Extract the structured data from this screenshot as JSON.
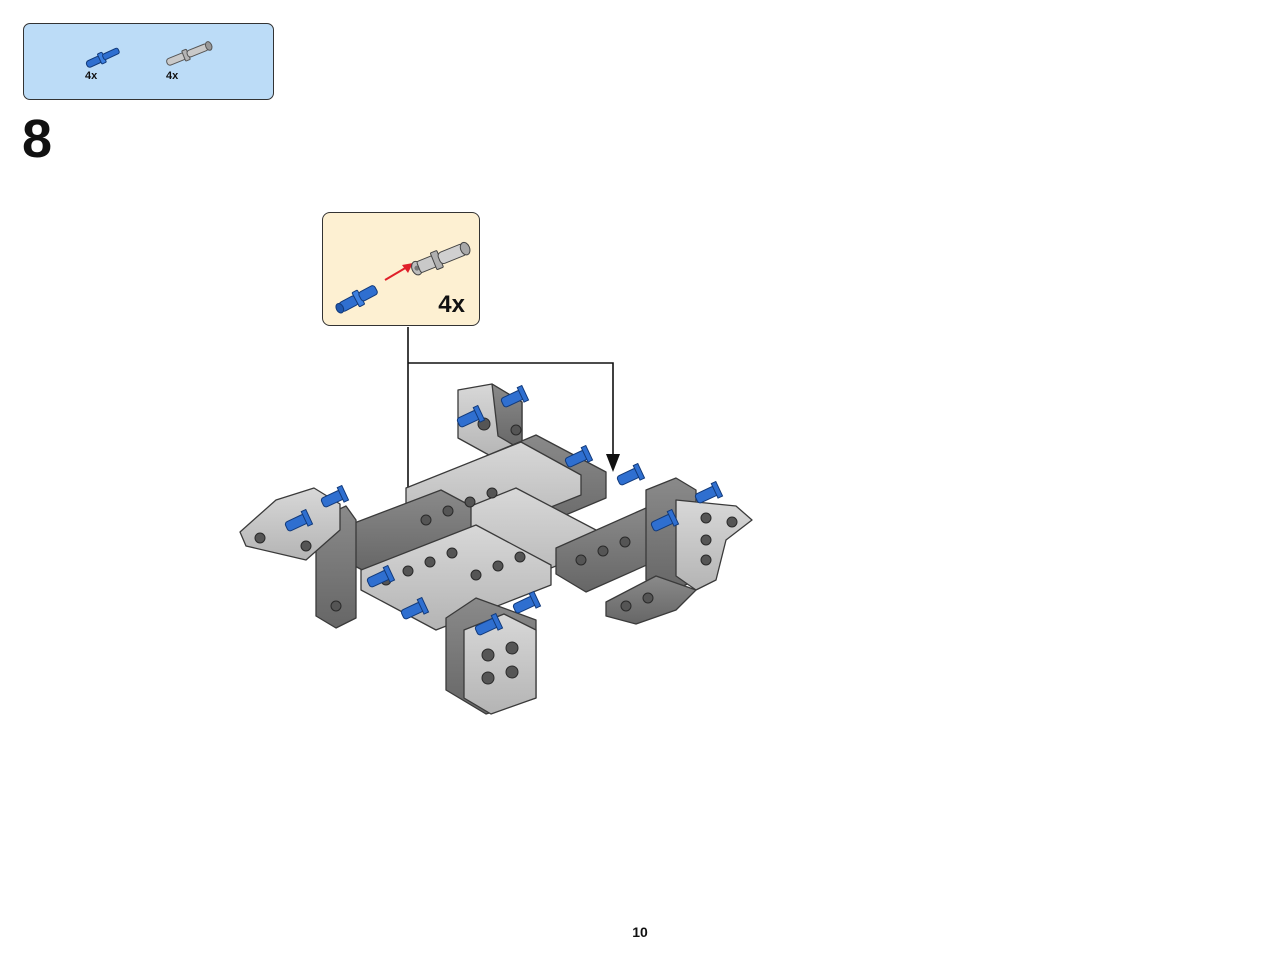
{
  "parts_list": {
    "items": [
      {
        "icon": "blue-axle-pin-icon",
        "count": "4x",
        "color": "#2f6fd0"
      },
      {
        "icon": "gray-long-pin-icon",
        "count": "4x",
        "color": "#9a9a9a"
      }
    ]
  },
  "step": {
    "number": "8"
  },
  "callout": {
    "count": "4x",
    "arrow_color": "#e0202a"
  },
  "page": {
    "number": "10"
  },
  "colors": {
    "parts_box_bg": "#bcdcf7",
    "callout_bg": "#fdf0d2",
    "pin_blue": "#2f6fd0",
    "beam_light_gray": "#c8c8c8",
    "beam_dark_gray": "#777777"
  }
}
